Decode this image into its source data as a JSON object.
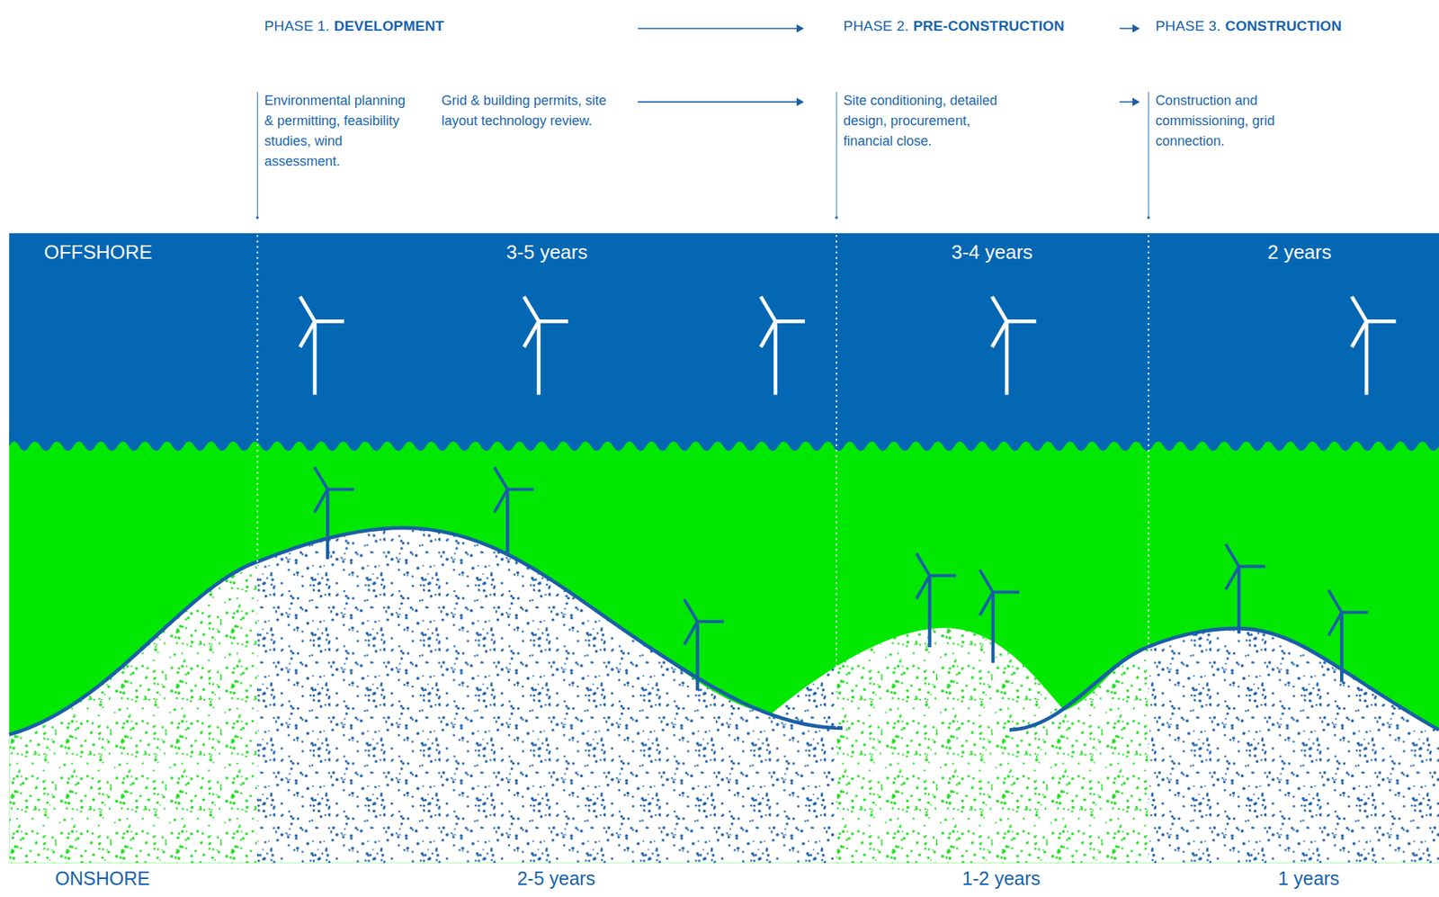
{
  "diagram": {
    "nodes": [
      {
        "text": [
          "OFFSHORE"
        ]
      },
      {
        "text": [
          "3-5 years"
        ],
        "in": 0
      },
      {
        "text": [
          "3-4 years"
        ],
        "in": 0
      },
      {
        "text": [
          "2 years"
        ],
        "in": 0
      }
    ],
    "labels": [
      "PHASE 1.",
      "DEVELOPMENT",
      "PHASE 2.",
      "PRE-CONSTRUCTION",
      "PHASE 3.",
      "CONSTRUCTION",
      "Environmental planning & permitting, feasibility studies, wind assessment.",
      "Grid & building permits, site layout technology review.",
      "Site conditioning, detailed design, procurement, financial close.",
      "Construction and commissioning, grid connection.",
      "ONSHORE",
      "2-5 years",
      "1-2 years",
      "1 years"
    ]
  }
}
